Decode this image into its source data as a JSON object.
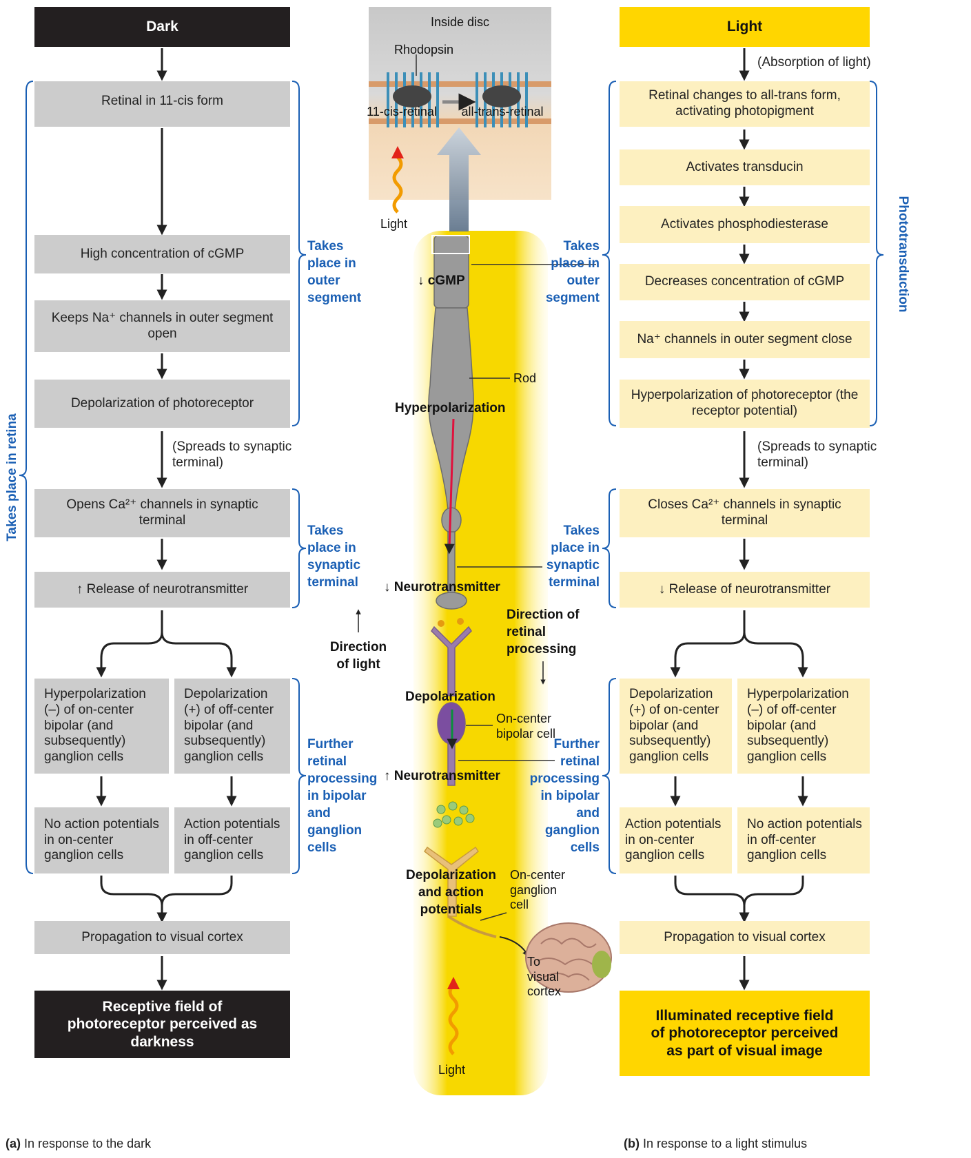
{
  "dark": {
    "header": "Dark",
    "steps": {
      "retinal": "Retinal in 11-cis form",
      "high_cgmp": "High concentration of cGMP",
      "na_open": "Keeps Na⁺ channels in outer segment open",
      "depol_photo": "Depolarization of photoreceptor",
      "spreads": "(Spreads to synaptic terminal)",
      "ca_open": "Opens Ca²⁺ channels in synaptic terminal",
      "release": "↑  Release of neurotransmitter",
      "hyper_on": "Hyperpolarization (–) of on-center bipolar (and subsequently) ganglion cells",
      "depol_off": "Depolarization (+) of off-center bipolar (and subsequently) ganglion cells",
      "no_ap_on": "No action potentials in on-center ganglion cells",
      "ap_off": "Action potentials in off-center ganglion cells",
      "propagation": "Propagation to visual cortex",
      "result": "Receptive field of photoreceptor perceived as darkness"
    },
    "caption_label": "(a)",
    "caption": "In response to the dark",
    "side_label": "Takes place in retina"
  },
  "light": {
    "header": "Light",
    "absorption": "(Absorption of light)",
    "steps": {
      "retinal": "Retinal changes to all-trans form, activating photopigment",
      "transducin": "Activates transducin",
      "pde": "Activates phosphodiesterase",
      "decrease_cgmp": "Decreases concentration of cGMP",
      "na_close": "Na⁺ channels in outer segment close",
      "hyper_photo": "Hyperpolarization of photoreceptor (the receptor potential)",
      "spreads": "(Spreads to synaptic terminal)",
      "ca_close": "Closes Ca²⁺ channels in synaptic terminal",
      "release": "↓  Release of neurotransmitter",
      "depol_on": "Depolarization (+) of on-center bipolar (and subsequently) ganglion cells",
      "hyper_off": "Hyperpolarization (–) of off-center bipolar (and subsequently) ganglion cells",
      "ap_on": "Action potentials in on-center ganglion cells",
      "no_ap_off": "No action potentials in off-center ganglion cells",
      "propagation": "Propagation to visual cortex",
      "result": "Illuminated receptive field of photoreceptor perceived as part of visual image"
    },
    "caption_label": "(b)",
    "caption": "In response to a light stimulus",
    "side_label": "Phototransduction"
  },
  "brackets": {
    "outer_segment": "Takes place in outer segment",
    "synaptic_terminal": "Takes place in synaptic terminal",
    "further": "Further retinal processing in bipolar and ganglion cells"
  },
  "center": {
    "inside_disc": "Inside disc",
    "rhodopsin": "Rhodopsin",
    "cis_retinal": "11-cis-retinal",
    "trans_retinal": "all-trans-retinal",
    "light_top": "Light",
    "cgmp": "↓  cGMP",
    "rod": "Rod",
    "hyperpolarization": "Hyperpolarization",
    "neurotransmitter_down": "↓  Neurotransmitter",
    "direction_light": "Direction of light",
    "direction_processing": "Direction of retinal processing",
    "depolarization": "Depolarization",
    "bipolar": "On-center bipolar cell",
    "neurotransmitter_up": "↑  Neurotransmitter",
    "depol_ap": "Depolarization and action potentials",
    "ganglion": "On-center ganglion cell",
    "to_cortex": "To visual cortex",
    "light_bottom": "Light"
  },
  "colors": {
    "gray_box": "#cccccc",
    "cream_box": "#fdf0c0",
    "dark_header": "#231f20",
    "light_header": "#ffd600",
    "label_blue": "#1a5fb4",
    "glow": "#f5d000"
  }
}
